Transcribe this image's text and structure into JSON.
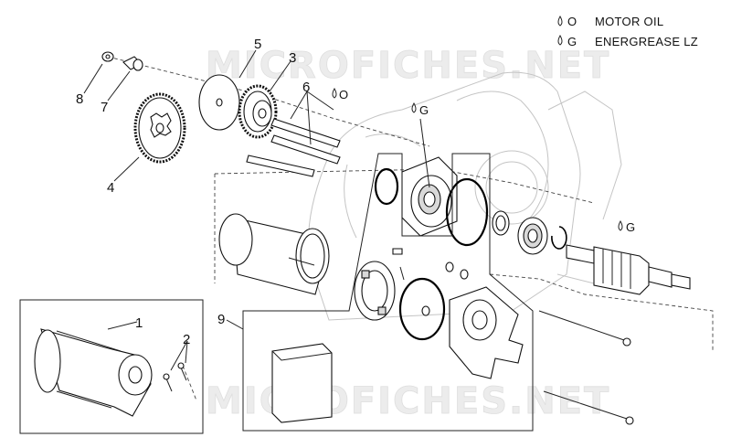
{
  "watermark": "MICROFICHES.NET",
  "legend": [
    {
      "icon": "oil-can-icon",
      "code": "O",
      "label": "MOTOR OIL"
    },
    {
      "icon": "grease-drop-icon",
      "code": "G",
      "label": "ENERGREASE LZ"
    }
  ],
  "callouts": [
    "1",
    "2",
    "3",
    "4",
    "5",
    "6",
    "7",
    "8",
    "9"
  ],
  "lubrication_marks": {
    "pins": "O",
    "seal_holder": "G",
    "armature": "G"
  }
}
